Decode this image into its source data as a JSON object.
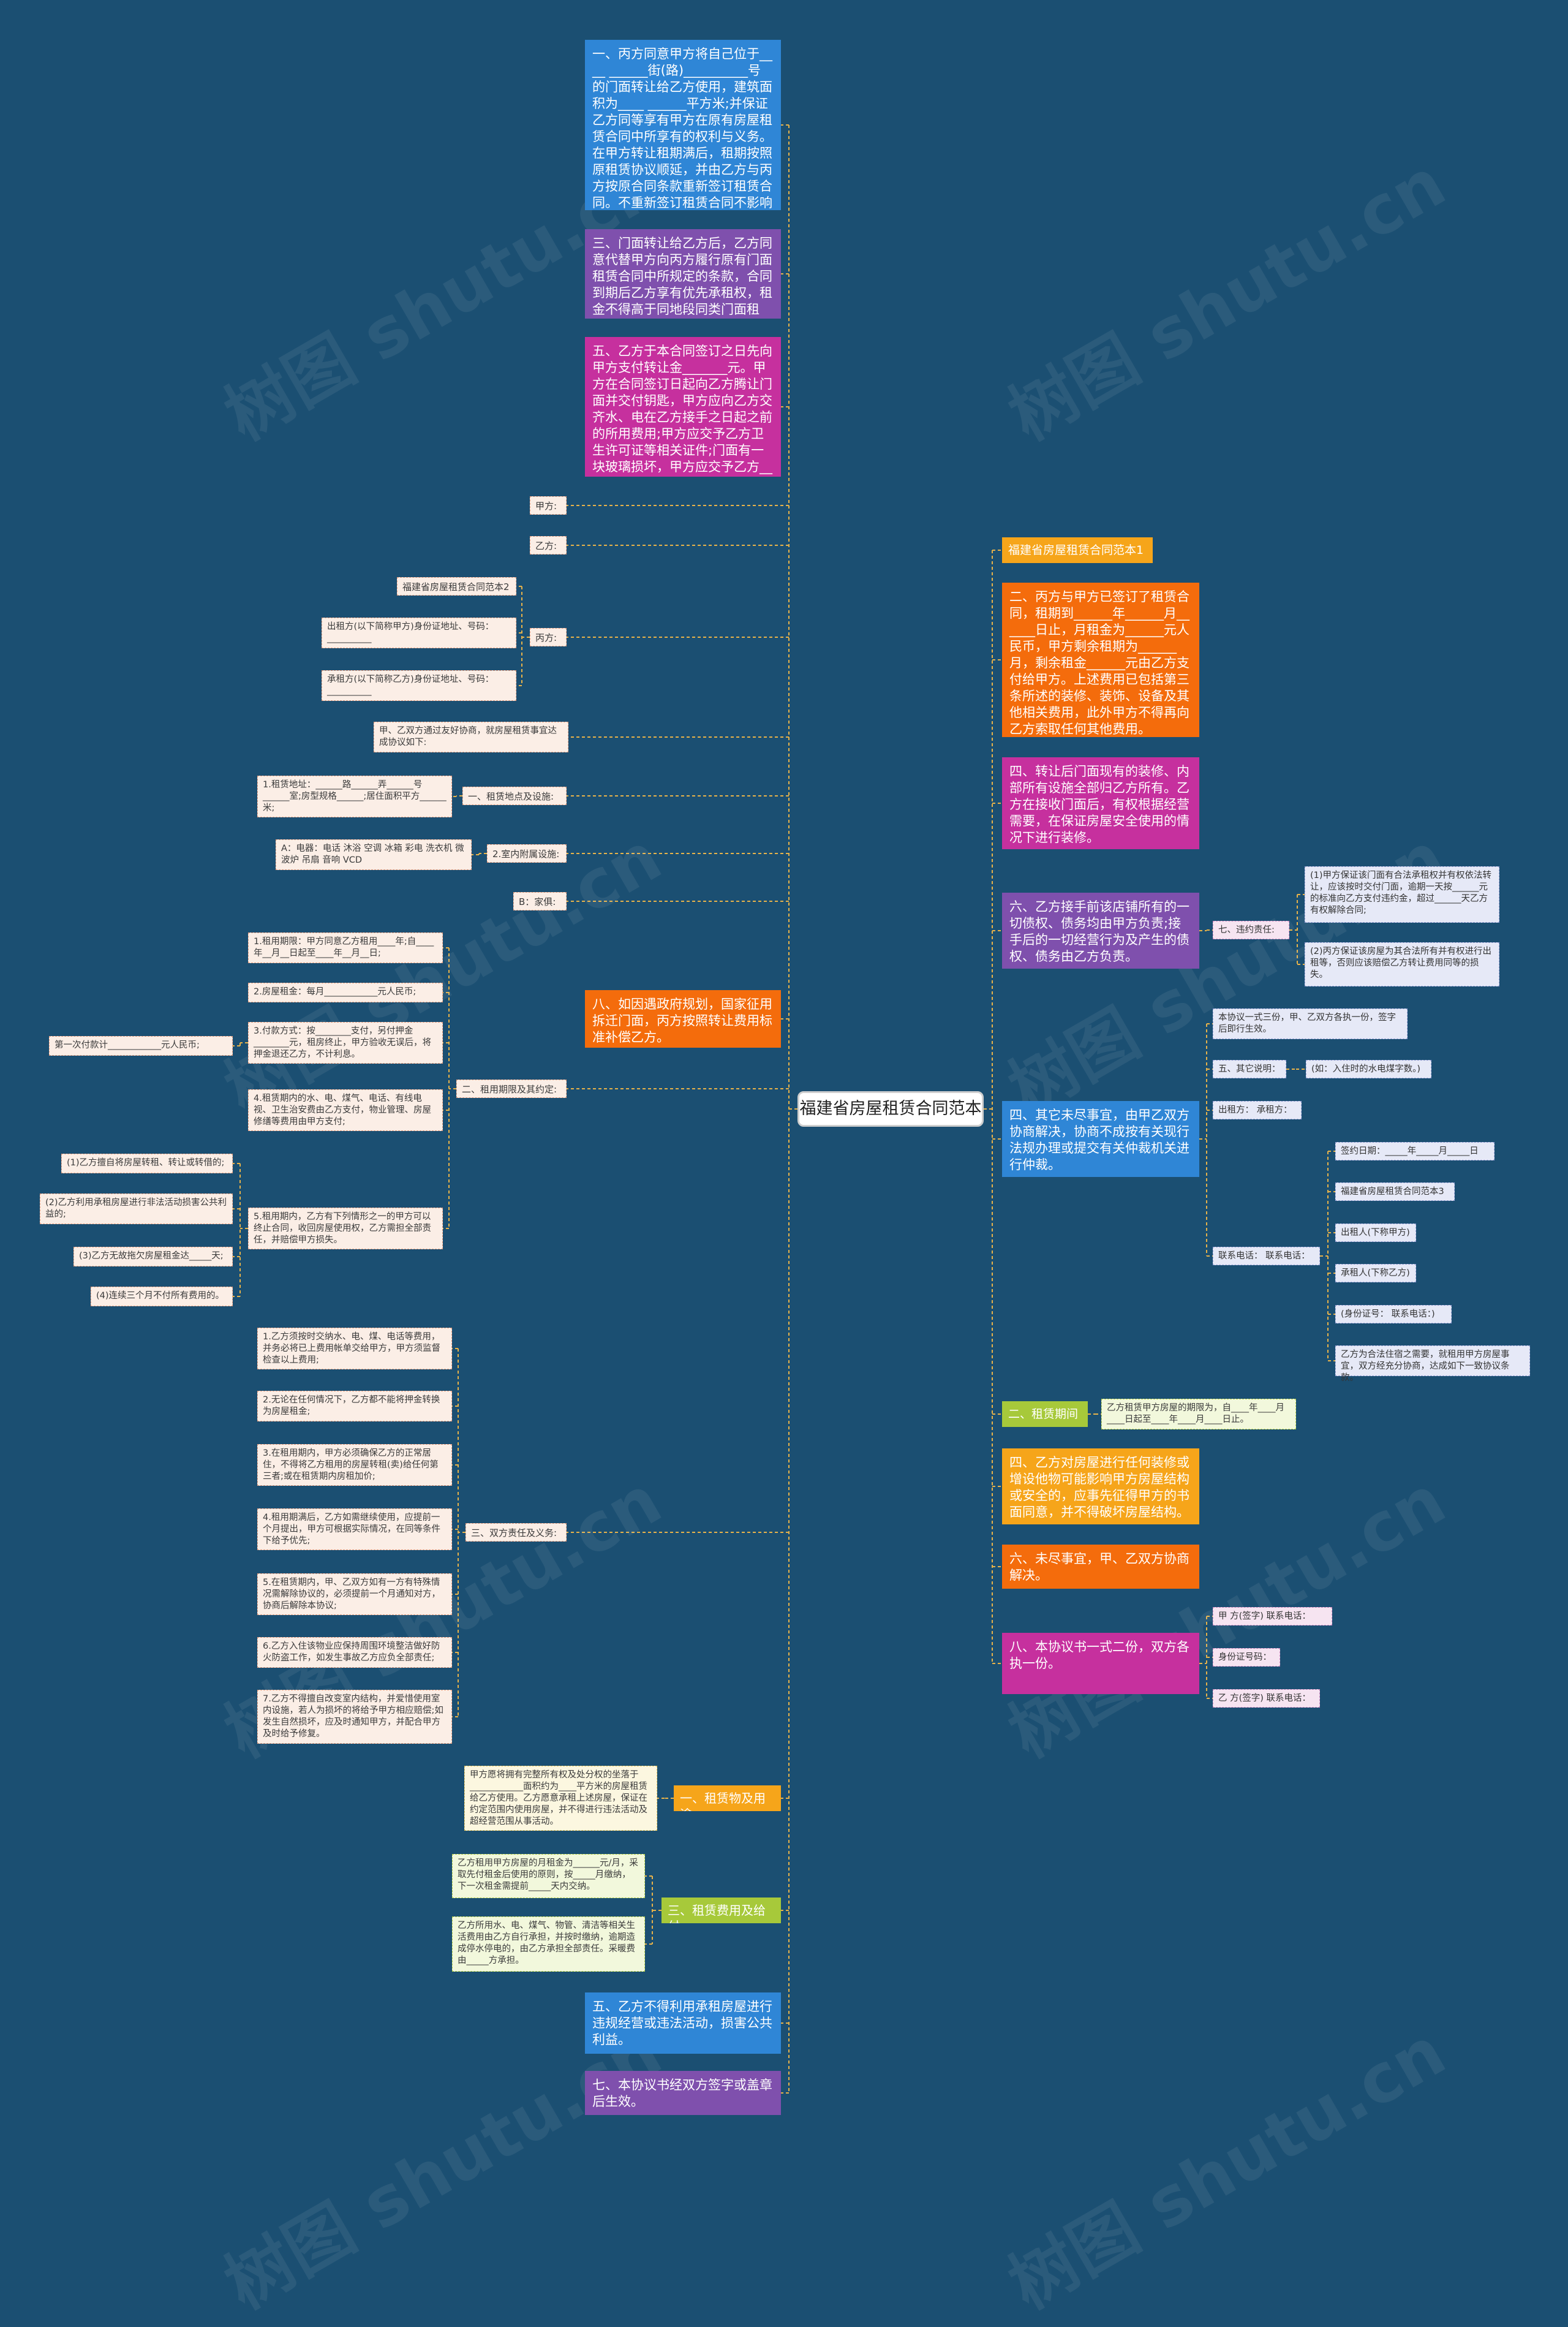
{
  "root": "福建省房屋租赁合同范本",
  "watermark": "树图 shutu.cn",
  "colors": {
    "bg": "#1b4f72",
    "blue": "#2f86d6",
    "purple": "#7f50ad",
    "magenta": "#c6309e",
    "orange": "#f46c0c",
    "amber": "#f6a51a",
    "lime": "#a7c93a",
    "link": "#e6b24a"
  },
  "left": {
    "b1": "一、丙方同意甲方将自己位于____ ______街(路)__________号的门面转让给乙方使用，建筑面积为____ ______平方米;并保证乙方同等享有甲方在原有房屋租赁合同中所享有的权利与义务。在甲方转让租期满后，租期按照原租赁协议顺延，并由乙方与丙方按原合同条款重新签订租赁合同。不重新签订租赁合同不影响租期自动顺延。",
    "b2": "三、门面转让给乙方后，乙方同意代替甲方向丙方履行原有门面租赁合同中所规定的条款，合同到期后乙方享有优先承租权，租金不得高于同地段同类门面租金。",
    "b3": "五、乙方于本合同签订之日先向甲方支付转让金_______元。甲方在合同签订日起向乙方腾让门面并交付钥匙，甲方应向乙方交齐水、电在乙方接手之日起之前的所用费用;甲方应交予乙方卫生许可证等相关证件;门面有一块玻璃损坏，甲方应交予乙方_____元赔偿设施损坏 .",
    "jia": "甲方:",
    "yi": "乙方:",
    "bing": "丙方:",
    "fanben2": "福建省房屋租赁合同范本2",
    "chuzu": "出租方(以下简称甲方)身份证地址、号码：__________",
    "chengzu": "承租方(以下简称乙方)身份证地址、号码：__________",
    "xieyi": "甲、乙双方通过友好协商，就房屋租赁事宜达成协议如下:",
    "s1": "一、租赁地点及设施:",
    "s1a": "1.租赁地址：______路______弄______号______室;房型规格______;居住面积平方______米;",
    "s1b": "2.室内附属设施:",
    "s1b1": "A：电器：电话 沐浴 空调 冰箱 彩电 洗衣机 微波炉 吊扇 音响 VCD",
    "s1c": "B：家俱:",
    "b4": "八、如因遇政府规划，国家征用拆迁门面，丙方按照转让费用标准补偿乙方。",
    "s2": "二、租用期限及其约定:",
    "s2a": "1.租用期限：甲方同意乙方租用____年;自____年__月__日起至____年__月__日;",
    "s2b": "2.房屋租金：每月____________元人民币;",
    "s2c": "3.付款方式：按________支付，另付押金________元，租房终止，甲方验收无误后，将押金退还乙方，不计利息。",
    "s2c1": "第一次付款计____________元人民币;",
    "s2d": "4.租赁期内的水、电、煤气、电话、有线电视、卫生治安费由乙方支付，物业管理、房屋修缮等费用由甲方支付;",
    "s2e": "5.租用期内，乙方有下列情形之一的甲方可以终止合同，收回房屋使用权，乙方需担全部责任，并赔偿甲方损失。",
    "s2e1": "(1)乙方擅自将房屋转租、转让或转借的;",
    "s2e2": "(2)乙方利用承租房屋进行非法活动损害公共利益的;",
    "s2e3": "(3)乙方无故拖欠房屋租金达_____天;",
    "s2e4": "(4)连续三个月不付所有费用的。",
    "s3": "三、双方责任及义务:",
    "s3a": "1.乙方须按时交纳水、电、煤、电话等费用，并务必将已上费用帐单交给甲方，甲方须监督检查以上费用;",
    "s3b": "2.无论在任何情况下，乙方都不能将押金转换为房屋租金;",
    "s3c": "3.在租用期内，甲方必须确保乙方的正常居住，不得将乙方租用的房屋转租(卖)给任何第三者;或在租赁期内房租加价;",
    "s3d": "4.租用期满后，乙方如需继续使用，应提前一个月提出，甲方可根据实际情况，在同等条件下给予优先;",
    "s3e": "5.在租赁期内，甲、乙双方如有一方有特殊情况需解除协议的，必须提前一个月通知对方，协商后解除本协议;",
    "s3f": "6.乙方入住该物业应保持周围环境整洁做好防火防盗工作，如发生事故乙方应负全部责任;",
    "s3g": "7.乙方不得擅自改变室内结构，并爱惜使用室内设施，若人为损坏的将给予甲方相应赔偿;如发生自然损坏，应及时通知甲方，并配合甲方及时给予修复。",
    "y1": "一、租赁物及用途",
    "y1a": "甲方愿将拥有完整所有权及处分权的坐落于____________面积约为____平方米的房屋租赁给乙方使用。乙方愿意承租上述房屋，保证在约定范围内使用房屋，并不得进行违法活动及超经营范围从事活动。",
    "y3": "三、租赁费用及给付",
    "y3a": "乙方租用甲方房屋的月租金为______元/月，采取先付租金后使用的原则，按_____月缴纳，下一次租金需提前_____天内交纳。",
    "y3b": "乙方所用水、电、煤气、物管、清洁等相关生活费用由乙方自行承担，并按时缴纳，逾期造成停水停电的，由乙方承担全部责任。采暖费由_____方承担。",
    "b5": "五、乙方不得利用承租房屋进行违规经营或违法活动，损害公共利益。",
    "b6": "七、本协议书经双方签字或盖章后生效。"
  },
  "right": {
    "t1": "福建省房屋租赁合同范本1",
    "r1": "二、丙方与甲方已签订了租赁合同，租期到______年______月______日止，月租金为______元人民币，甲方剩余租期为______月，剩余租金______元由乙方支付给甲方。上述费用已包括第三条所述的装修、装饰、设备及其他相关费用，此外甲方不得再向乙方索取任何其他费用。",
    "r2": "四、转让后门面现有的装修、内部所有设施全部归乙方所有。乙方在接收门面后，有权根据经营需要，在保证房屋安全使用的情况下进行装修。",
    "r3": "六、乙方接手前该店铺所有的一切债权、债务均由甲方负责;接手后的一切经营行为及产生的债权、债务由乙方负责。",
    "r3a": "七、违约责任:",
    "r3a1": "(1)甲方保证该门面有合法承租权并有权依法转让，应该按时交付门面，逾期一天按______元的标准向乙方支付违约金，超过______天乙方有权解除合同;",
    "r3a2": "(2)丙方保证该房屋为其合法所有并有权进行出租等，否则应该赔偿乙方转让费用同等的损失。",
    "r4": "四、其它未尽事宜，由甲乙双方协商解决，协商不成按有关现行法规办理或提交有关仲裁机关进行仲裁。",
    "r4a": "本协议一式三份，甲、乙双方各执一份，签字后即行生效。",
    "r4b": "五、其它说明：",
    "r4b1": "(如：入住时的水电煤字数。)",
    "r4c": "出租方：  承租方：",
    "r4d": "联系电话：  联系电话：",
    "r4d1": "签约日期：_____年_____月_____日",
    "r4d2": "福建省房屋租赁合同范本3",
    "r4d3": "出租人(下称甲方)",
    "r4d4": "承租人(下称乙方)",
    "r4d5": "(身份证号：  联系电话：)",
    "r4d6": "乙方为合法住宿之需要，就租用甲方房屋事宜，双方经充分协商，达成如下一致协议条款。",
    "r5": "二、租赁期间",
    "r5a": "乙方租赁甲方房屋的期限为，自____年____月____日起至____年____月____日止。",
    "r6": "四、乙方对房屋进行任何装修或增设他物可能影响甲方房屋结构或安全的，应事先征得甲方的书面同意，并不得破坏房屋结构。",
    "r7": "六、未尽事宜，甲、乙双方协商解决。",
    "r8": "八、本协议书一式二份，双方各执一份。",
    "r8a": "甲 方(签字)  联系电话：",
    "r8b": "身份证号码：",
    "r8c": "乙 方(签字) 联系电话："
  }
}
